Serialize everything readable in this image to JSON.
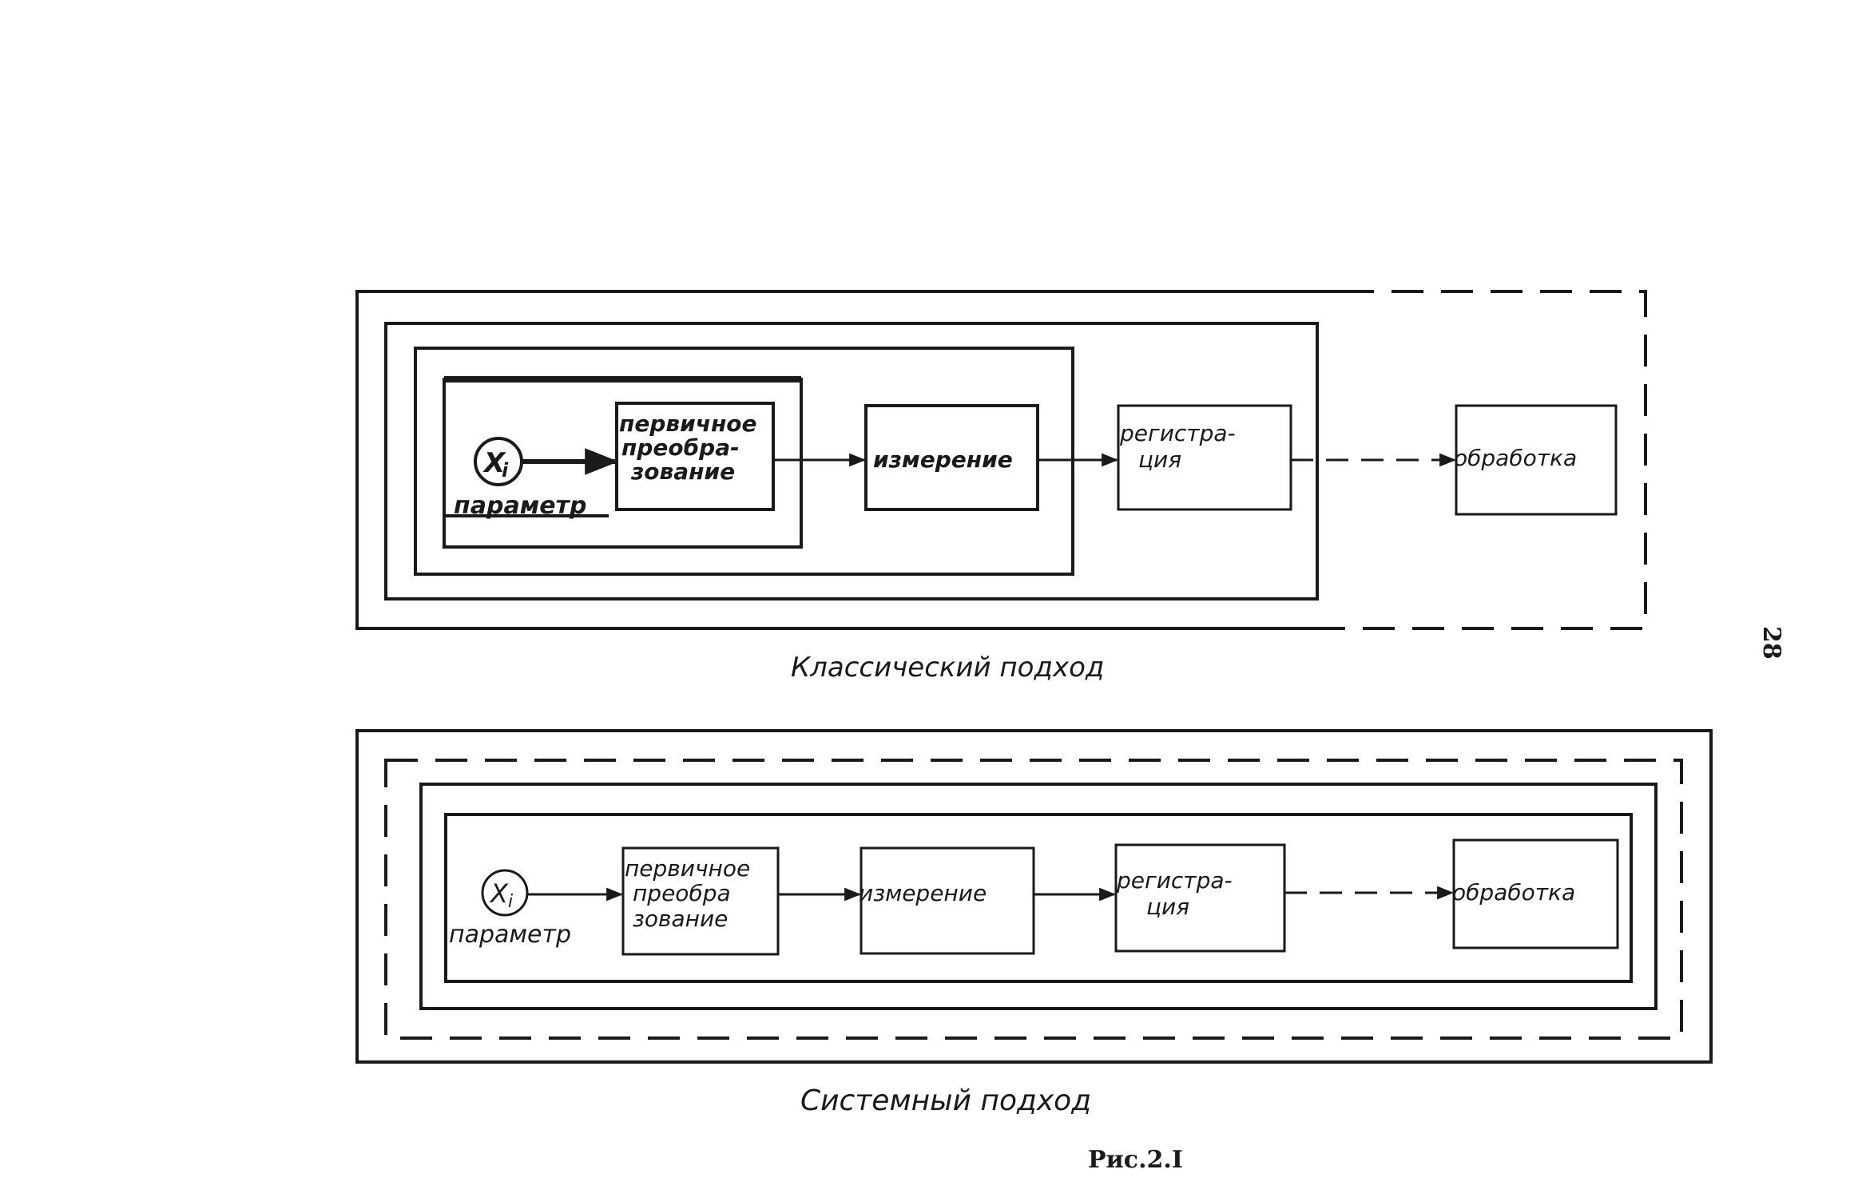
{
  "page_number": "28",
  "figure_label": "Рис.2.I",
  "top": {
    "caption": "Классический подход",
    "symbol_main": "X",
    "symbol_sub": "i",
    "node_param": "параметр",
    "node_primary": [
      "первичное",
      "преобра-",
      "зование"
    ],
    "node_measure": "измерение",
    "node_register": [
      "регистра-",
      "ция"
    ],
    "node_process": "обработка"
  },
  "bottom": {
    "caption": "Системный подход",
    "symbol_main": "X",
    "symbol_sub": "i",
    "node_param": "параметр",
    "node_primary": [
      "первичное",
      "преобра",
      "зование"
    ],
    "node_measure": "измерение",
    "node_register": [
      "регистра-",
      "ция"
    ],
    "node_process": "обработка"
  },
  "colors": {
    "ink": "#1a1a1a",
    "paper": "#ffffff"
  }
}
